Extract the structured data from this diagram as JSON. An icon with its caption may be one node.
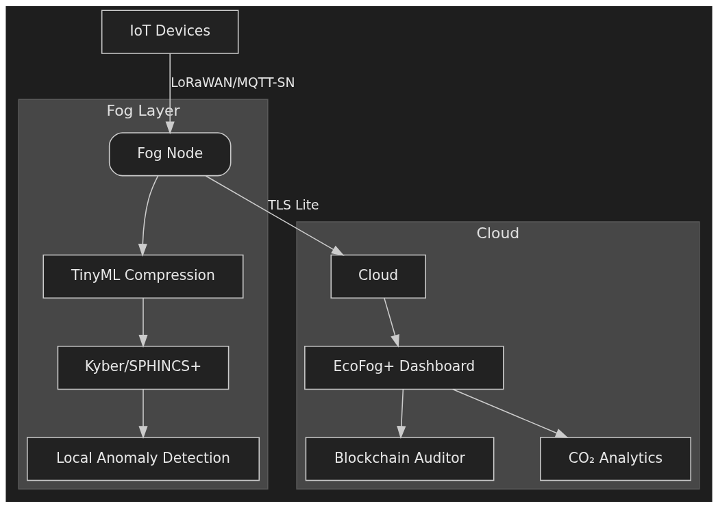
{
  "diagram": {
    "nodes": [
      {
        "text": [
          "IoT Devices"
        ]
      },
      {
        "text": [
          "Fog Layer"
        ]
      },
      {
        "text": [
          "Fog Node"
        ],
        "in": 1
      },
      {
        "text": [
          "TinyML Compression"
        ],
        "in": 1
      },
      {
        "text": [
          "Kyber/SPHINCS+"
        ],
        "in": 1
      },
      {
        "text": [
          "Local Anomaly Detection"
        ],
        "in": 1
      },
      {
        "text": [
          "Cloud"
        ]
      },
      {
        "text": [
          "Cloud"
        ],
        "in": 6
      },
      {
        "text": [
          "EcoFog+ Dashboard"
        ],
        "in": 6
      },
      {
        "text": [
          "Blockchain Auditor"
        ],
        "in": 6
      },
      {
        "text": [
          "CO₂ Analytics"
        ],
        "in": 6
      }
    ],
    "edges": [
      {
        "from": 0,
        "to": 2,
        "arrow": "to",
        "label": "LoRaWAN/MQTT-SN"
      },
      {
        "from": 2,
        "to": 3,
        "arrow": "to"
      },
      {
        "from": 2,
        "to": 7,
        "arrow": "to",
        "label": "TLS Lite"
      },
      {
        "from": 3,
        "to": 4,
        "arrow": "to"
      },
      {
        "from": 4,
        "to": 5,
        "arrow": "to"
      },
      {
        "from": 7,
        "to": 8,
        "arrow": "to"
      },
      {
        "from": 8,
        "to": 9,
        "arrow": "to"
      },
      {
        "from": 8,
        "to": 10,
        "arrow": "to"
      }
    ]
  }
}
